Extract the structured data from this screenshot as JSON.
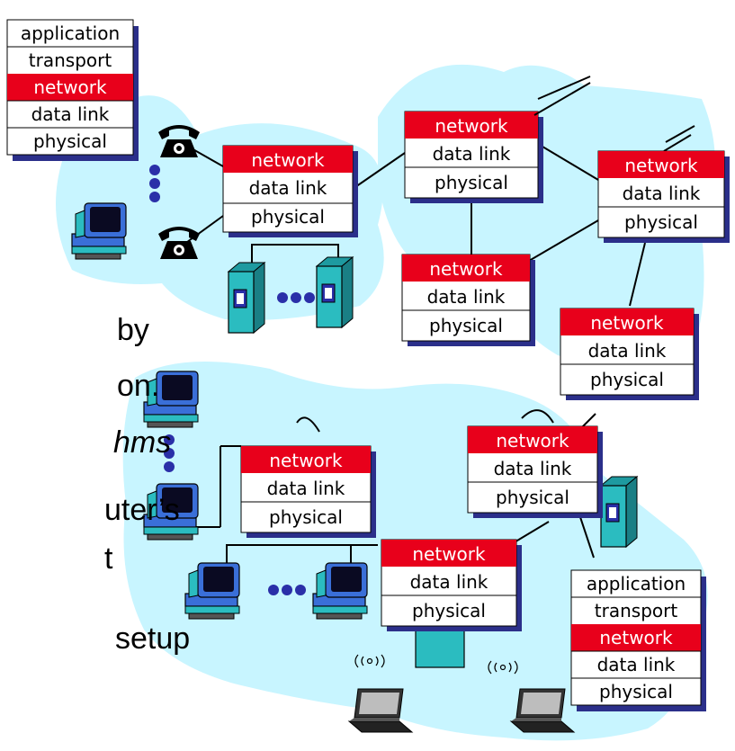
{
  "layers": {
    "application": "application",
    "transport": "transport",
    "network": "network",
    "data_link": "data link",
    "physical": "physical"
  },
  "side_text": [
    {
      "text": "by"
    },
    {
      "text": "on."
    },
    {
      "text": "hms",
      "italic": true
    },
    {
      "text": "uter’s"
    },
    {
      "text": "t"
    },
    {
      "text": "setup"
    }
  ],
  "colors": {
    "network_layer": "#e8001b",
    "subnet_fill": "#c8f5ff",
    "box_shadow": "#2b2f8a",
    "device_teal": "#2bbcc0",
    "host_blue": "#3a6fd8",
    "dots": "#2a2fa8"
  },
  "icons": [
    "telephone-icon",
    "host-computer-icon",
    "server-icon",
    "laptop-icon",
    "ellipsis-dots-icon"
  ]
}
